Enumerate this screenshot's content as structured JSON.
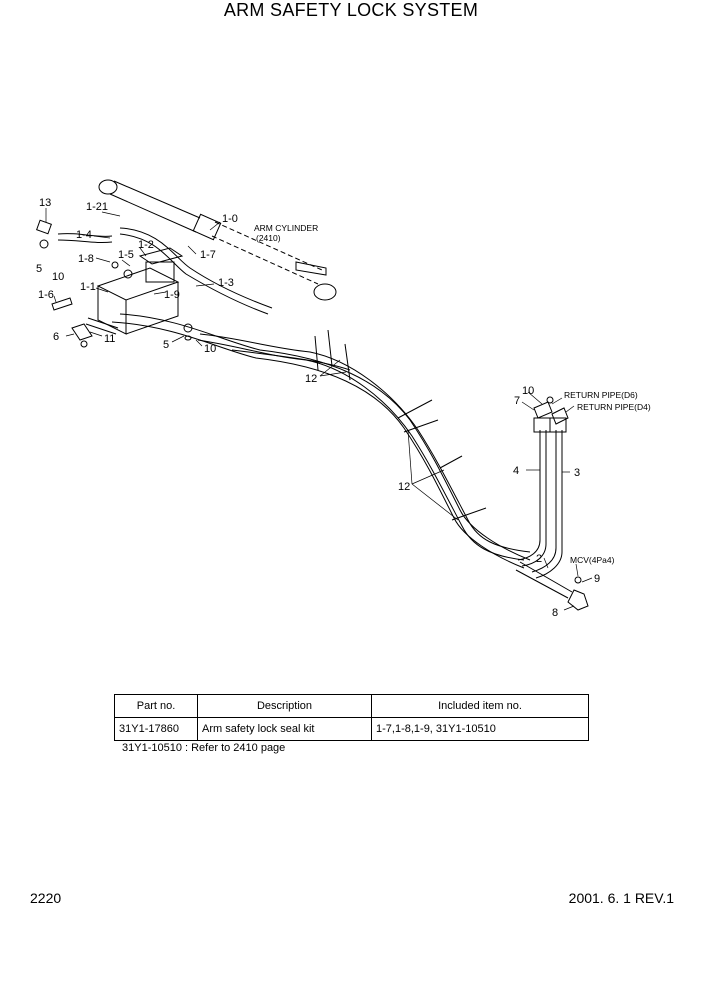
{
  "title": "ARM SAFETY LOCK SYSTEM",
  "labels": {
    "l13": "13",
    "l1_21": "1-21",
    "l1_0": "1-0",
    "arm_cyl": "ARM CYLINDER",
    "arm_cyl_ref": "(2410)",
    "l1_4": "1-4",
    "l1_2": "1-2",
    "l1_7": "1-7",
    "l5a": "5",
    "l1_8": "1-8",
    "l1_5": "1-5",
    "l10a": "10",
    "l1_3": "1-3",
    "l1_1": "1-1",
    "l1_9": "1-9",
    "l1_6": "1-6",
    "l6": "6",
    "l11": "11",
    "l5b": "5",
    "l10b": "10",
    "l12a": "12",
    "l12b": "12",
    "l10c": "10",
    "l7": "7",
    "ret_d6": "RETURN PIPE(D6)",
    "ret_d4": "RETURN PIPE(D4)",
    "l4": "4",
    "l3": "3",
    "l2": "2",
    "mcv": "MCV(4Pa4)",
    "l9": "9",
    "l8": "8"
  },
  "table": {
    "headers": [
      "Part no.",
      "Description",
      "Included item no."
    ],
    "rows": [
      [
        "31Y1-17860",
        "Arm safety lock seal kit",
        "1-7,1-8,1-9, 31Y1-10510"
      ]
    ]
  },
  "note": "31Y1-10510 : Refer to 2410 page",
  "page_number": "2220",
  "revision": "2001. 6. 1 REV.1"
}
